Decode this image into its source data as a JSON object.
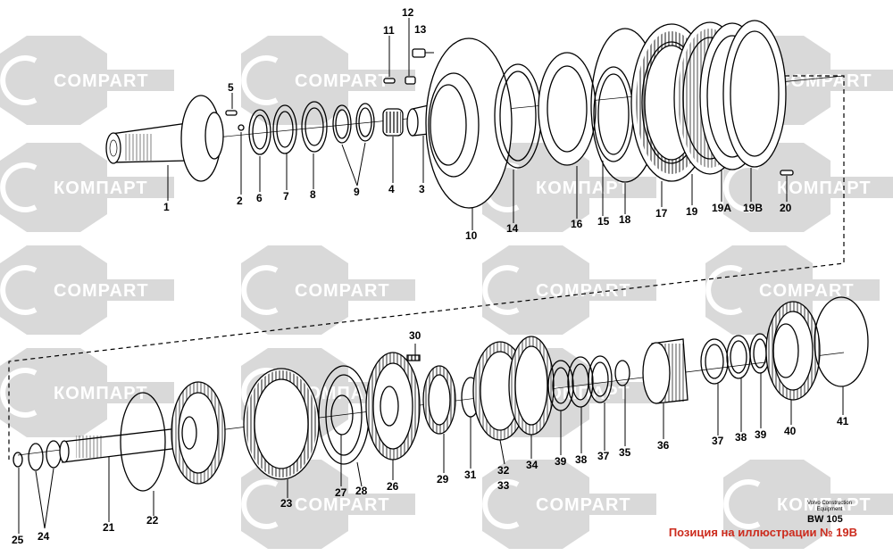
{
  "watermark": {
    "text_latin": "COMPART",
    "text_cyrillic": "КОМПАРТ"
  },
  "diagram": {
    "part_labels": [
      "1",
      "2",
      "3",
      "4",
      "5",
      "6",
      "7",
      "8",
      "9",
      "10",
      "11",
      "12",
      "13",
      "14",
      "15",
      "16",
      "17",
      "18",
      "19",
      "19A",
      "19B",
      "20",
      "21",
      "22",
      "23",
      "24",
      "25",
      "26",
      "27",
      "28",
      "29",
      "30",
      "31",
      "32",
      "33",
      "34",
      "35",
      "36",
      "37",
      "38",
      "39",
      "40",
      "41"
    ],
    "maker": "Volvo Construction Equipment",
    "doc_number": "BW 105"
  },
  "caption": "Позиция на иллюстрации № 19B",
  "colors": {
    "watermark": "#d9d9d9",
    "caption": "#cc2b1d",
    "line": "#000000"
  }
}
